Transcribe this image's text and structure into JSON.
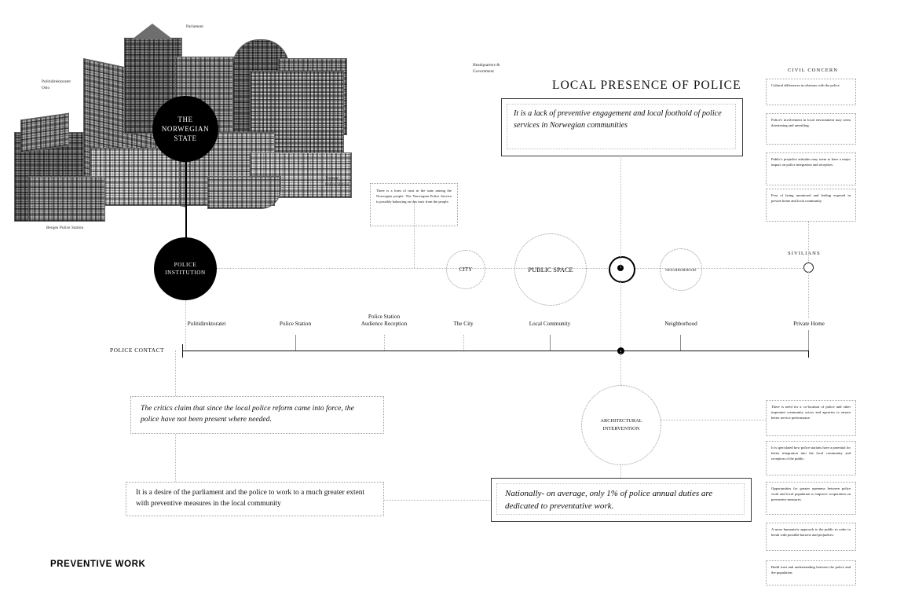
{
  "title": "LOCAL PRESENCE OF POLICE",
  "footer_heading": "PREVENTIVE WORK",
  "axis": {
    "label": "POLICE CONTACT",
    "ticks": [
      {
        "label": "Politidirektoratet"
      },
      {
        "label": "Police Station"
      },
      {
        "label": "Police Station\nAudience Reception"
      },
      {
        "label": "The City"
      },
      {
        "label": "Local Community"
      },
      {
        "label": "Neighborhood"
      },
      {
        "label": "Private Home"
      }
    ]
  },
  "collage": {
    "labels": [
      {
        "text": "Parlament"
      },
      {
        "text": "Politidirektoratet\nOslo"
      },
      {
        "text": "Headquarters &\nGovernment"
      },
      {
        "text": "Tromsø\nPolice Station"
      },
      {
        "text": "Bergen Police Station"
      }
    ]
  },
  "nodes": {
    "state": "THE\nNORWEGIAN\nSTATE",
    "institution": "POLICE\nINSTITUTION",
    "city": "CITY",
    "public_space": "PUBLIC SPACE",
    "neighborhood": "NEIGHBORHOOD",
    "civilians": "SIVILIANS",
    "architectural": "ARCHITECTURAL\nINTERVENTION"
  },
  "callouts": {
    "main": "It is a lack of preventive engagement and local foothold of police services in Norwegian communities",
    "statistic": "Nationally- on average, only 1% of police annual duties are dedicated to preventative work.",
    "trust": "There is a form of trust in the state among the Norwegian people. The Norwegian Police Service is possibly balancing on this trust from the people.",
    "critics": "The critics claim that since the local police reform came into force, the police have not been present where needed.",
    "desire": "It is a desire of the parliament and the police to work to a much greater extent with preventive measures in the local community"
  },
  "civil_concern": {
    "heading": "CIVIL CONCERN",
    "items": [
      "Cultural differences in relations with the police.",
      "Police's involvement in local environment may seem threatening and unsettling.",
      "Public's prejudice attitudes may seem to have a major impact on police integration and reception.",
      "Fear of being monitored and feeling exposed in private home and local community."
    ]
  },
  "opportunities": {
    "items": [
      "There is need for a co-location of police and other important community actors and agencies to ensure better service performance.",
      "It is speculated how police stations have a potential for better integration into the local community and reception of the public.",
      "Opportunities for greater openness between police work and local population to improve cooperation on preventive measures.",
      "A more humanistic approach to the public in order to break with possible barriers and prejudices.",
      "Build trust and understanding between the police and the population."
    ]
  },
  "colors": {
    "ink": "#111111",
    "dotted": "#9d9d9d",
    "hard_border": "#3b3b3b"
  }
}
